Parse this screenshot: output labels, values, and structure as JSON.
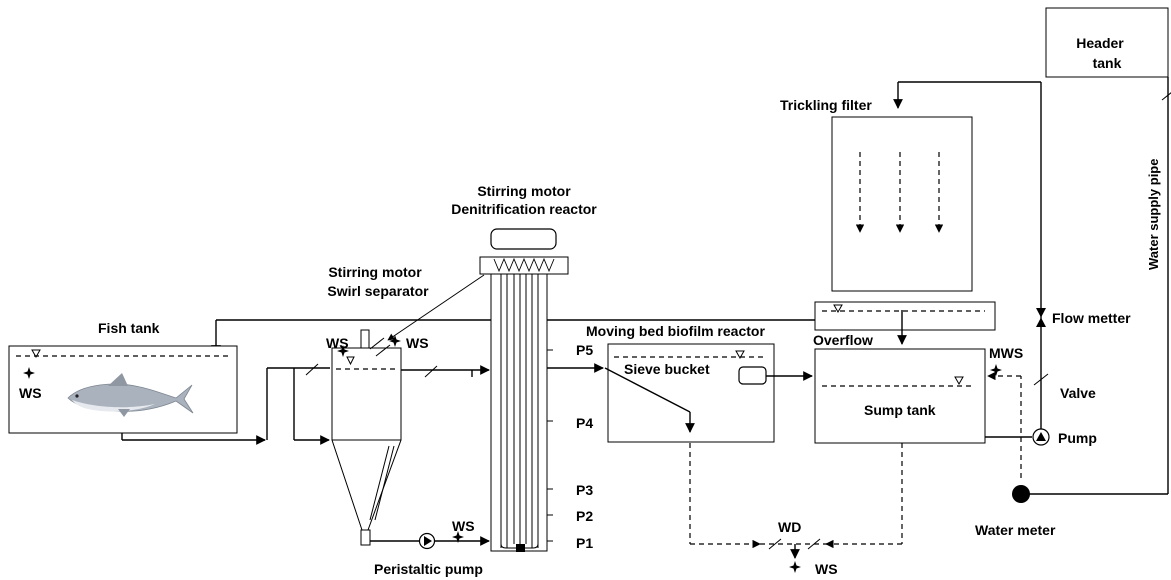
{
  "labels": {
    "header_tank_line1": "Header",
    "header_tank_line2": "tank",
    "trickling_filter": "Trickling filter",
    "water_supply_pipe": "Water supply pipe",
    "stirring_motor_denit": "Stirring motor",
    "denitrification_reactor": "Denitrification reactor",
    "stirring_motor_swirl": "Stirring motor",
    "swirl_separator": "Swirl separator",
    "fish_tank": "Fish tank",
    "moving_bed": "Moving bed biofilm reactor",
    "overflow": "Overflow",
    "flow_meter": "Flow metter",
    "mws": "MWS",
    "valve": "Valve",
    "sieve_bucket": "Sieve bucket",
    "sump_tank": "Sump  tank",
    "pump": "Pump",
    "water_meter": "Water meter",
    "peristaltic_pump": "Peristaltic pump",
    "wd": "WD",
    "ws_fish": "WS",
    "ws_swirl_left": "WS",
    "ws_swirl_right": "WS",
    "ws_peristaltic": "WS",
    "ws_bottom": "WS",
    "p5": "P5",
    "p4": "P4",
    "p3": "P3",
    "p2": "P2",
    "p1": "P1"
  },
  "icons": {
    "sample_point": "sample-star-icon",
    "water_level": "water-level-triangle-icon",
    "pump": "pump-icon",
    "peristaltic_pump": "peristaltic-pump-icon",
    "water_meter": "water-meter-icon",
    "flow_meter": "flow-meter-icon",
    "fish": "fish-icon"
  },
  "colors": {
    "line": "#000000",
    "fish_body": "#aab2bd",
    "fish_belly": "#e6e9ee"
  }
}
